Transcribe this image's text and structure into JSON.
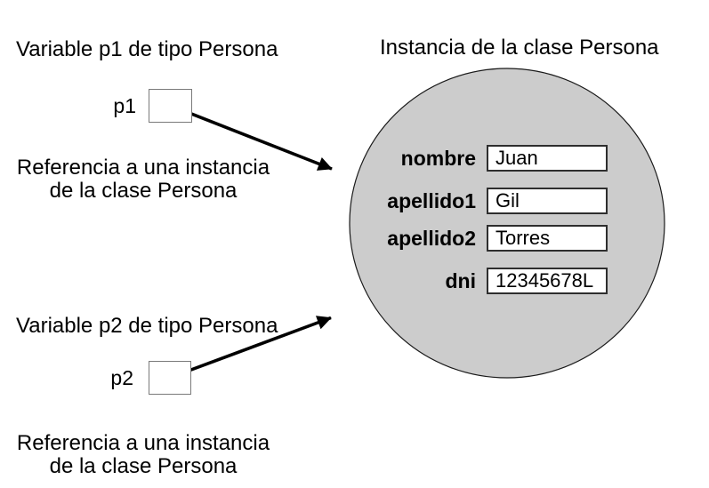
{
  "p1": {
    "heading": "Variable p1 de tipo Persona",
    "var_name": "p1",
    "caption_line1": "Referencia a una instancia",
    "caption_line2": "de la clase Persona"
  },
  "p2": {
    "heading": "Variable p2 de tipo Persona",
    "var_name": "p2",
    "caption_line1": "Referencia a una instancia",
    "caption_line2": "de la clase Persona"
  },
  "instance": {
    "heading": "Instancia de la clase Persona",
    "fields": [
      {
        "label": "nombre",
        "value": "Juan"
      },
      {
        "label": "apellido1",
        "value": "Gil"
      },
      {
        "label": "apellido2",
        "value": "Torres"
      },
      {
        "label": "dni",
        "value": "12345678L"
      }
    ]
  },
  "colors": {
    "background": "#ffffff",
    "circle_fill": "#cccccc",
    "circle_border": "#1a1a1a",
    "text": "#000000",
    "arrow": "#000000",
    "variable_box_border": "#7a7a7a",
    "field_box_border": "#2e2e2e",
    "field_box_fill": "#ffffff"
  }
}
